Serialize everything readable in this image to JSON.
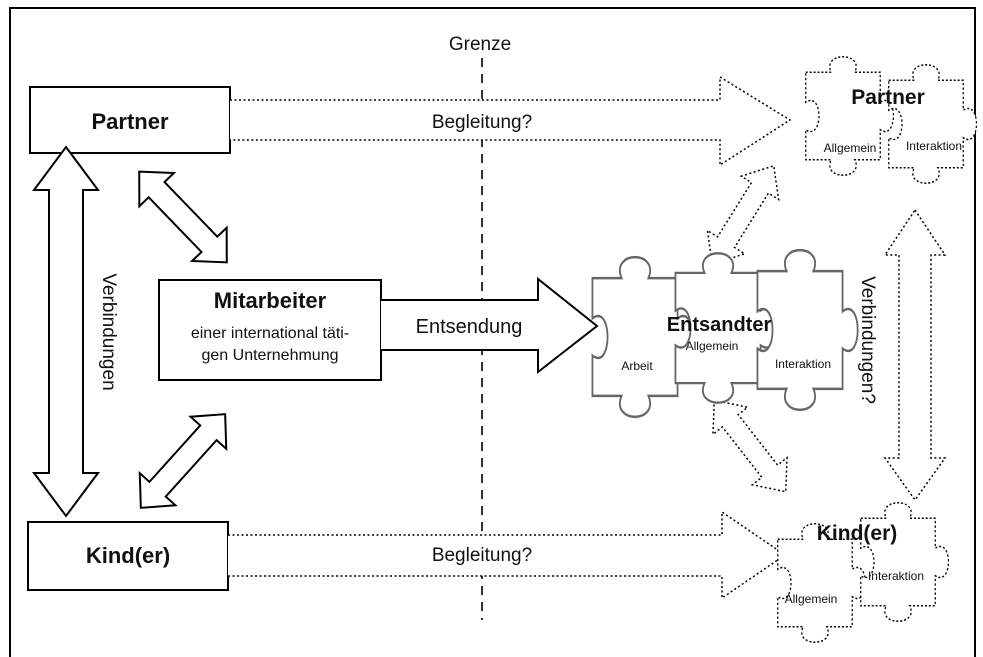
{
  "diagram": {
    "boundary_label": "Grenze",
    "home": {
      "partner": "Partner",
      "children": "Kind(er)",
      "employee_title": "Mitarbeiter",
      "employee_line2": "einer international täti-",
      "employee_line3": "gen Unternehmung"
    },
    "links": {
      "companion_top": "Begleitung?",
      "companion_bottom": "Begleitung?",
      "posting": "Entsendung",
      "connections_home": "Verbindungen",
      "connections_abroad": "Verbindungen?"
    },
    "abroad": {
      "expat": {
        "title": "Entsandter",
        "pieces": [
          "Arbeit",
          "Allgemein",
          "Interaktion"
        ]
      },
      "partner": {
        "title": "Partner",
        "pieces": [
          "Allgemein",
          "Interaktion"
        ]
      },
      "children": {
        "title": "Kind(er)",
        "pieces": [
          "Allgemein",
          "Interaktion"
        ]
      }
    }
  }
}
